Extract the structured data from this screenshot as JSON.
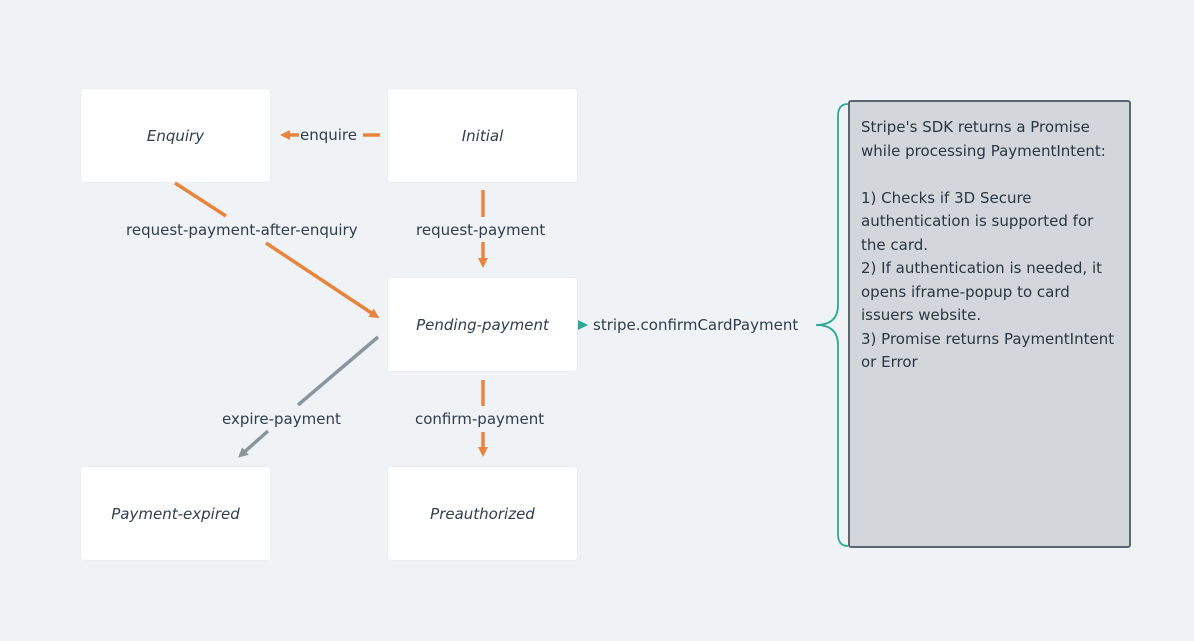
{
  "colors": {
    "background": "#f0f3f6",
    "node": "#ffffff",
    "orange_arrow": "#e8843d",
    "gray_arrow": "#8c959e",
    "teal_arrow": "#2bab97",
    "note_fill": "#d3d7db",
    "note_border": "#5b6670"
  },
  "states": {
    "enquiry": "Enquiry",
    "initial": "Initial",
    "pending_payment": "Pending-payment",
    "payment_expired": "Payment-expired",
    "preauthorized": "Preauthorized"
  },
  "transitions": {
    "enquire": "enquire",
    "request_payment_after_enquiry": "request-payment-after-enquiry",
    "request_payment": "request-payment",
    "stripe_confirm": "stripe.confirmCardPayment",
    "expire_payment": "expire-payment",
    "confirm_payment": "confirm-payment"
  },
  "note": {
    "text": "Stripe's SDK returns a Promise while processing PaymentIntent:\n\n1) Checks if 3D Secure authentication is supported for the card.\n2) If authentication is needed, it opens iframe-popup to card issuers website.\n3) Promise returns PaymentIntent or Error"
  }
}
